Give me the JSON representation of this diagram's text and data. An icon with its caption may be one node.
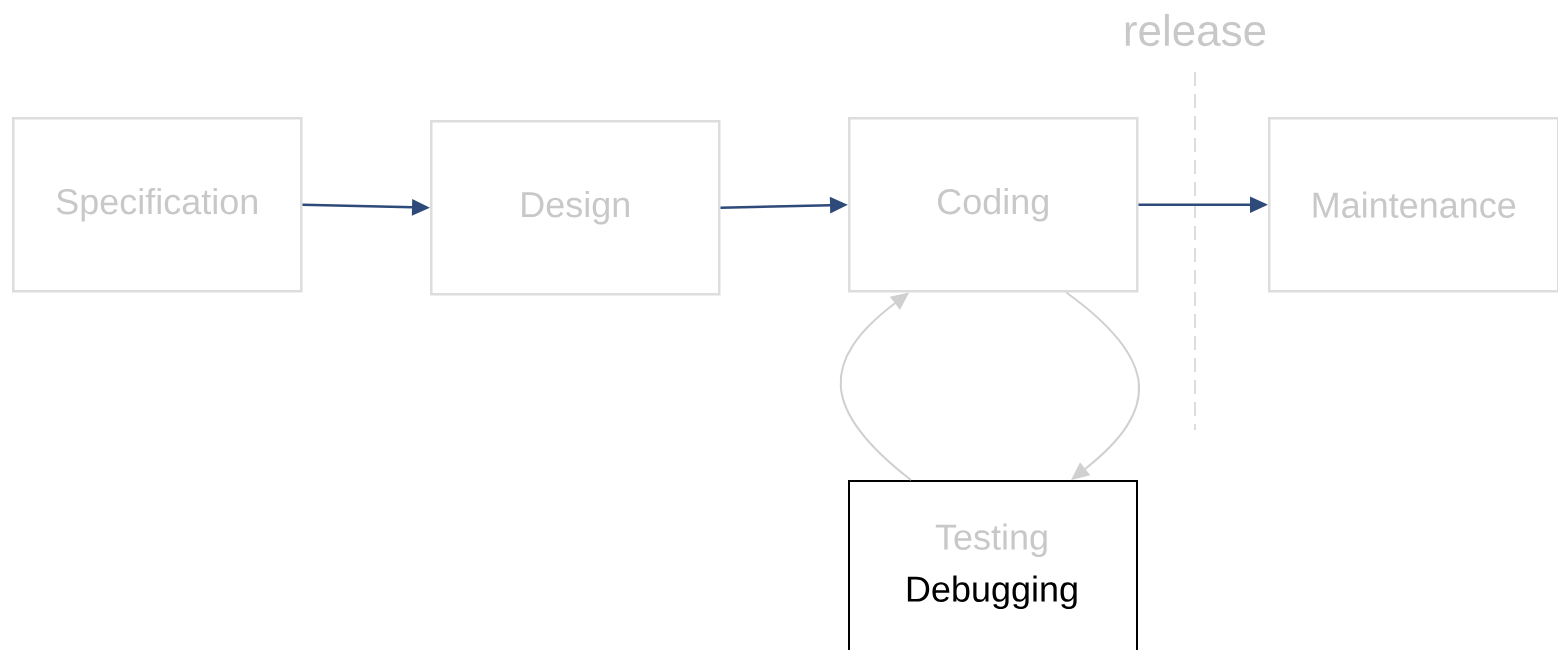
{
  "diagram": {
    "nodes": [
      {
        "text": [
          "Specification"
        ]
      },
      {
        "text": [
          "Design"
        ]
      },
      {
        "text": [
          "Coding"
        ]
      },
      {
        "text": [
          "Maintenance"
        ]
      },
      {
        "text": [
          "Testing",
          "Debugging"
        ]
      }
    ],
    "edges": [
      {
        "from": 0,
        "to": 1,
        "arrow": "to"
      },
      {
        "from": 1,
        "to": 2,
        "arrow": "to"
      },
      {
        "from": 2,
        "to": 3,
        "arrow": "to"
      },
      {
        "from": 4,
        "to": 2,
        "arrow": "to",
        "color": "#d0d0d0"
      },
      {
        "from": 2,
        "to": 4,
        "arrow": "to",
        "color": "#d0d0d0"
      }
    ],
    "labels": [
      "release"
    ]
  }
}
